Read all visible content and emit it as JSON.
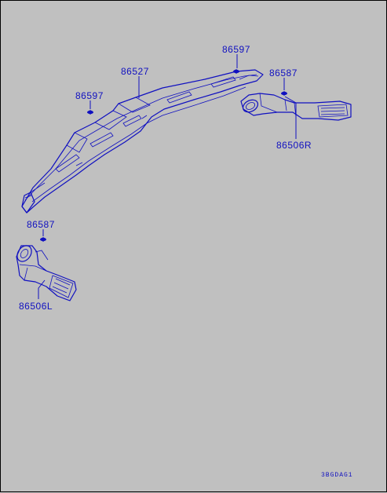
{
  "diagram": {
    "background": "#c0c0c0",
    "ink": "#1010c0",
    "callouts": {
      "duct_main": "86527",
      "clip_top": "86597",
      "clip_left": "86597",
      "clip_right_vent": "86587",
      "clip_left_vent": "86587",
      "vent_right": "86506R",
      "vent_left": "86506L"
    },
    "figure_code": "3BGDAG1"
  }
}
